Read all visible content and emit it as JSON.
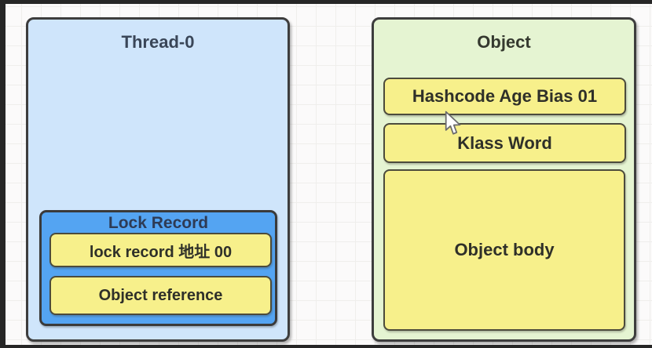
{
  "canvas": {
    "background": "#fbfafa",
    "grid_line_color": "#efeeec",
    "frame_color": "#262626"
  },
  "thread_box": {
    "title": "Thread-0",
    "fill": "#cfe5fb",
    "border_color": "#3d3d3d",
    "lock_record": {
      "title": "Lock Record",
      "fill": "#54a4f2",
      "slots": [
        {
          "label": "lock record 地址 00"
        },
        {
          "label": "Object reference"
        }
      ]
    }
  },
  "object_box": {
    "title": "Object",
    "fill": "#e5f4d2",
    "border_color": "#3d3d3d",
    "slots": [
      {
        "label": "Hashcode Age Bias 01"
      },
      {
        "label": "Klass Word"
      },
      {
        "label": "Object body"
      }
    ]
  },
  "slot_style": {
    "fill": "#f7f08b",
    "border_color": "#4c4b3c"
  },
  "cursor": {
    "icon": "arrow-pointer-icon"
  }
}
